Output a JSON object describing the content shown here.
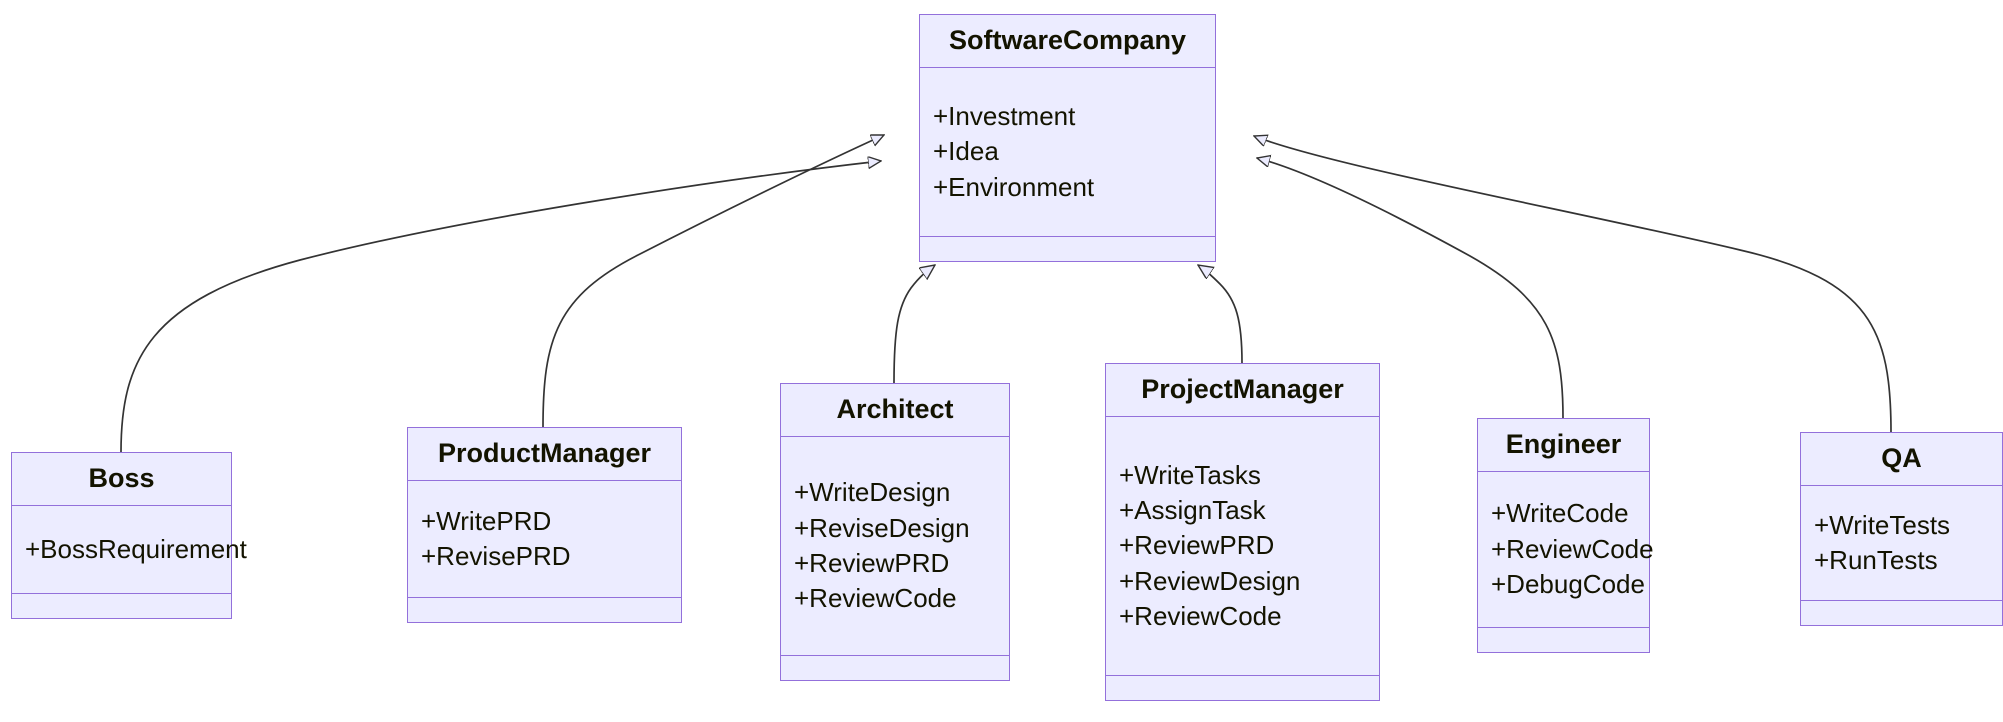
{
  "diagram": {
    "type": "uml-class-diagram",
    "title": "",
    "colors": {
      "node_fill": "#ECECFF",
      "node_border": "#9370DB",
      "edge_stroke": "#333333",
      "text": "#131300",
      "background": "#FFFFFF",
      "arrowhead_fill": "#ECECFF"
    },
    "relationship_type": "inheritance",
    "arrowhead": "hollow-triangle"
  },
  "classes": {
    "software_company": {
      "name": "SoftwareCompany",
      "attributes": [
        "+Investment",
        "+Idea",
        "+Environment"
      ],
      "methods": []
    },
    "boss": {
      "name": "Boss",
      "attributes": [
        "+BossRequirement"
      ],
      "methods": []
    },
    "product_manager": {
      "name": "ProductManager",
      "attributes": [
        "+WritePRD",
        "+RevisePRD"
      ],
      "methods": []
    },
    "architect": {
      "name": "Architect",
      "attributes": [
        "+WriteDesign",
        "+ReviseDesign",
        "+ReviewPRD",
        "+ReviewCode"
      ],
      "methods": []
    },
    "project_manager": {
      "name": "ProjectManager",
      "attributes": [
        "+WriteTasks",
        "+AssignTask",
        "+ReviewPRD",
        "+ReviewDesign",
        "+ReviewCode"
      ],
      "methods": []
    },
    "engineer": {
      "name": "Engineer",
      "attributes": [
        "+WriteCode",
        "+ReviewCode",
        "+DebugCode"
      ],
      "methods": []
    },
    "qa": {
      "name": "QA",
      "attributes": [
        "+WriteTests",
        "+RunTests"
      ],
      "methods": []
    }
  },
  "relationships": [
    {
      "from": "Boss",
      "to": "SoftwareCompany",
      "kind": "inheritance"
    },
    {
      "from": "ProductManager",
      "to": "SoftwareCompany",
      "kind": "inheritance"
    },
    {
      "from": "Architect",
      "to": "SoftwareCompany",
      "kind": "inheritance"
    },
    {
      "from": "ProjectManager",
      "to": "SoftwareCompany",
      "kind": "inheritance"
    },
    {
      "from": "Engineer",
      "to": "SoftwareCompany",
      "kind": "inheritance"
    },
    {
      "from": "QA",
      "to": "SoftwareCompany",
      "kind": "inheritance"
    }
  ]
}
